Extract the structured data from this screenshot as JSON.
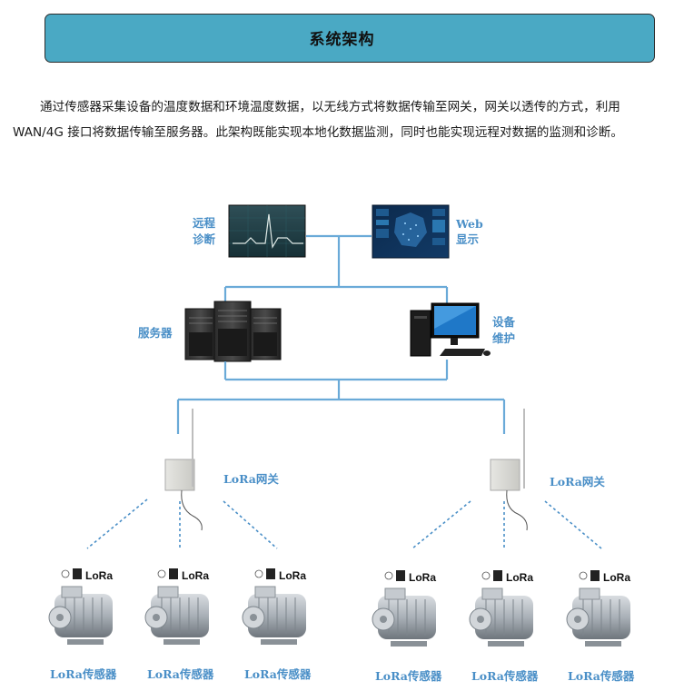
{
  "header": {
    "title": "系统架构"
  },
  "intro": {
    "paragraph": "通过传感器采集设备的温度数据和环境温度数据，以无线方式将数据传输至网关，网关以透传的方式，利用 WAN/4G 接口将数据传输至服务器。此架构既能实现本地化数据监测，同时也能实现远程对数据的监测和诊断。"
  },
  "diagram": {
    "remote_diagnosis": [
      "远程",
      "诊断"
    ],
    "web_display": [
      "Web",
      "显示"
    ],
    "server_label": "服务器",
    "maintenance": [
      "设备",
      "维护"
    ],
    "gateways": [
      {
        "label": "LoRa网关"
      },
      {
        "label": "LoRa网关"
      }
    ],
    "sensors": [
      {
        "label": "LoRa传感器",
        "badge": "LoRa"
      },
      {
        "label": "LoRa传感器",
        "badge": "LoRa"
      },
      {
        "label": "LoRa传感器",
        "badge": "LoRa"
      },
      {
        "label": "LoRa传感器",
        "badge": "LoRa"
      },
      {
        "label": "LoRa传感器",
        "badge": "LoRa"
      },
      {
        "label": "LoRa传感器",
        "badge": "LoRa"
      }
    ],
    "colors": {
      "accent": "#4aa9c4",
      "line": "#6aaad8",
      "label": "#4a8fc7",
      "dotted": "#4a8fc7"
    }
  }
}
